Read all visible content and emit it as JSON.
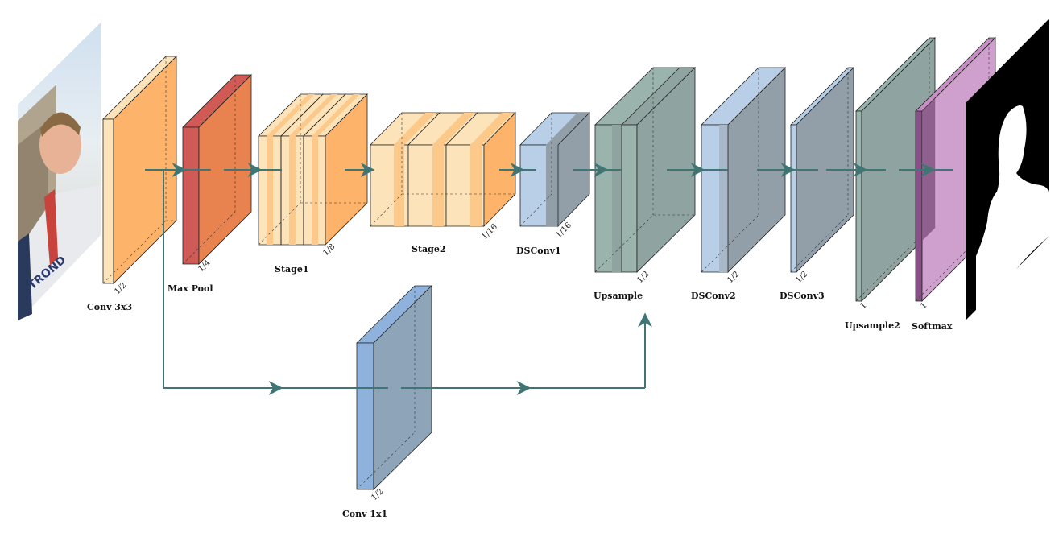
{
  "layers": [
    {
      "label": "Conv 3x3",
      "scale": "1/2"
    },
    {
      "label": "Max Pool",
      "scale": "1/4"
    },
    {
      "label": "Stage1",
      "scale": "1/8"
    },
    {
      "label": "Stage2",
      "scale": "1/16"
    },
    {
      "label": "DSConv1",
      "scale": "1/16"
    },
    {
      "label": "Upsample",
      "scale": "1/2"
    },
    {
      "label": "DSConv2",
      "scale": "1/2"
    },
    {
      "label": "DSConv3",
      "scale": "1/2"
    },
    {
      "label": "Upsample2",
      "scale": "1"
    },
    {
      "label": "Softmax",
      "scale": "1"
    },
    {
      "label": "Conv 1x1",
      "scale": "1/2"
    }
  ],
  "colors": {
    "conv": "#fdb36a",
    "conv_light": "#fde3b9",
    "pool": "#e8824f",
    "pool_side": "#d05a55",
    "dsconv": "#b9cfe8",
    "dsconv_dark": "#929ea8",
    "upsample": "#9ab3ad",
    "upsample_dark": "#8fa3a0",
    "conv1x1": "#8ea4b8",
    "conv1x1_side": "#8fb2dc",
    "softmax": "#c78fc6",
    "softmax_dark": "#8a4f89",
    "arrow": "#3f7674"
  },
  "images": [
    "input-photo",
    "segmentation-mask"
  ]
}
